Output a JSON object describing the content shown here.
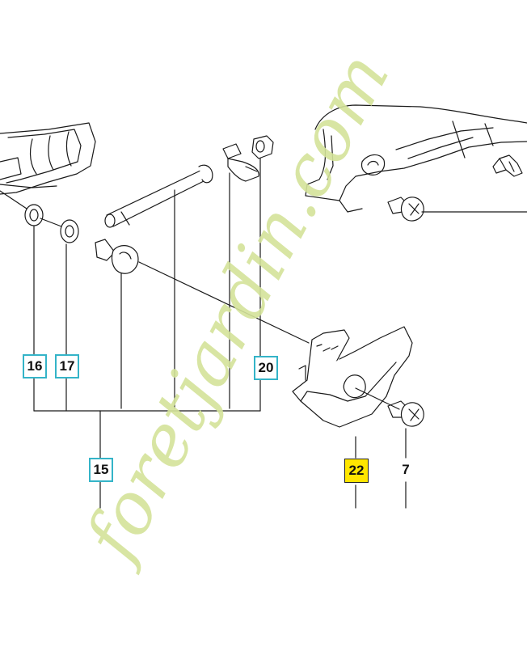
{
  "diagram": {
    "callouts": [
      {
        "id": "16",
        "label": "16",
        "style": "boxed"
      },
      {
        "id": "17",
        "label": "17",
        "style": "boxed"
      },
      {
        "id": "20",
        "label": "20",
        "style": "boxed"
      },
      {
        "id": "15",
        "label": "15",
        "style": "boxed"
      },
      {
        "id": "22",
        "label": "22",
        "style": "highlight"
      },
      {
        "id": "7",
        "label": "7",
        "style": "plain"
      }
    ]
  },
  "watermark": {
    "text": "foretjardin.com",
    "color": "#d4e39a",
    "dot_color": "#f2bd86"
  },
  "colors": {
    "line": "#1a1a1a",
    "callout_border": "#34b4c8",
    "highlight": "#ffe600"
  }
}
